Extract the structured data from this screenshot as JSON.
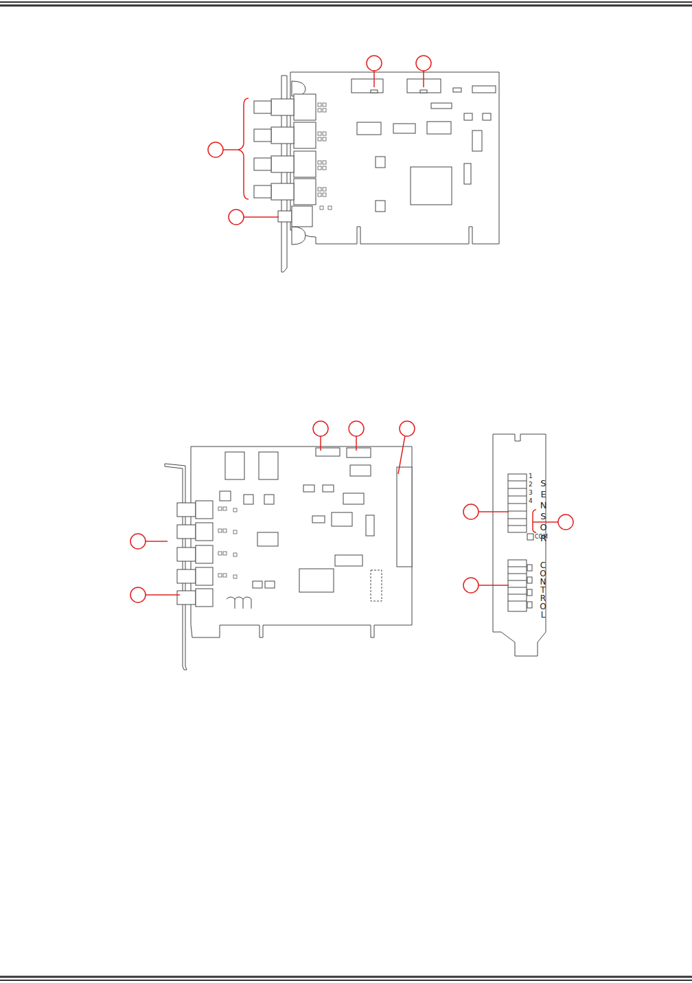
{
  "diagram": {
    "labels": [
      "1",
      "2",
      "3",
      "4",
      "SENSOR",
      "COM",
      "CONTROL"
    ]
  }
}
